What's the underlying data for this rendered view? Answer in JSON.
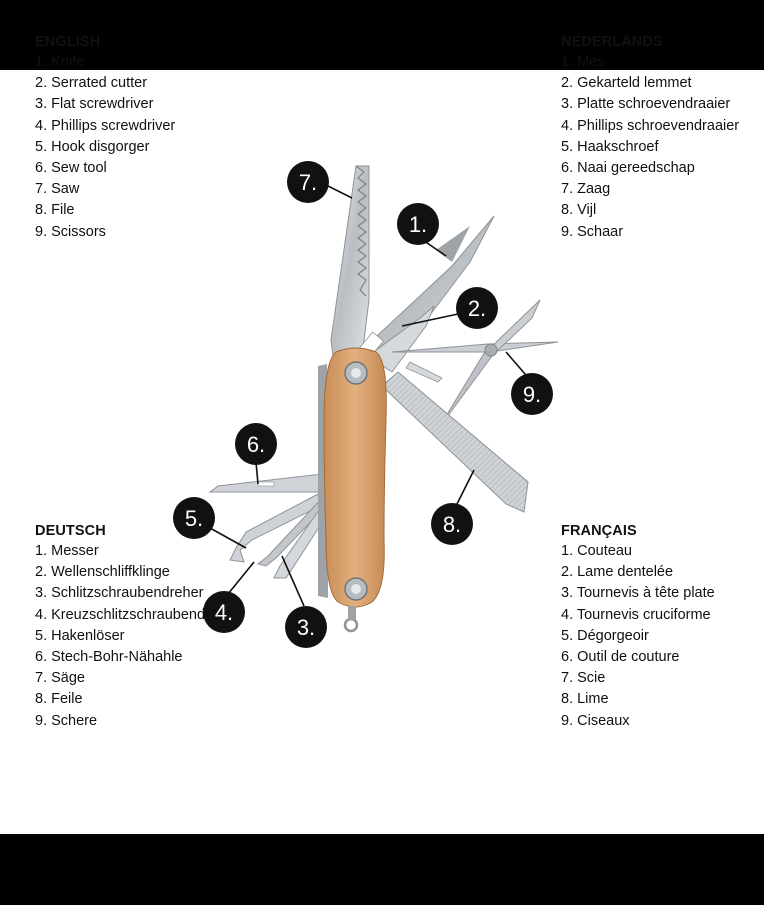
{
  "legends": {
    "en": {
      "title": "ENGLISH",
      "items": [
        "1. Knife",
        "2. Serrated cutter",
        "3. Flat screwdriver",
        "4. Phillips screwdriver",
        "5. Hook disgorger",
        "6. Sew tool",
        "7. Saw",
        "8. File",
        "9. Scissors"
      ]
    },
    "nl": {
      "title": "NEDERLANDS",
      "items": [
        "1. Mes",
        "2. Gekarteld lemmet",
        "3. Platte schroevendraaier",
        "4. Phillips schroevendraaier",
        "5. Haakschroef",
        "6. Naai gereedschap",
        "7. Zaag",
        "8. Vijl",
        "9. Schaar"
      ]
    },
    "de": {
      "title": "DEUTSCH",
      "items": [
        "1. Messer",
        "2. Wellenschliffklinge",
        "3. Schlitzschraubendreher",
        "4. Kreuzschlitzschraubendreher",
        "5. Hakenlöser",
        "6. Stech-Bohr-Nähahle",
        "7. Säge",
        "8. Feile",
        "9. Schere"
      ]
    },
    "fr": {
      "title": "FRANÇAIS",
      "items": [
        "1. Couteau",
        "2. Lame dentelée",
        "3. Tournevis à tête plate",
        "4. Tournevis cruciforme",
        "5. Dégorgeoir",
        "6. Outil de couture",
        "7. Scie",
        "8. Lime",
        "9. Ciseaux"
      ]
    }
  },
  "callouts": {
    "c1": "1.",
    "c2": "2.",
    "c3": "3.",
    "c4": "4.",
    "c5": "5.",
    "c6": "6.",
    "c7": "7.",
    "c8": "8.",
    "c9": "9."
  },
  "colors": {
    "background": "#000000",
    "panel": "#ffffff",
    "callout": "#111111",
    "handle": "#d9a371",
    "steel": "#c9cdd1"
  }
}
